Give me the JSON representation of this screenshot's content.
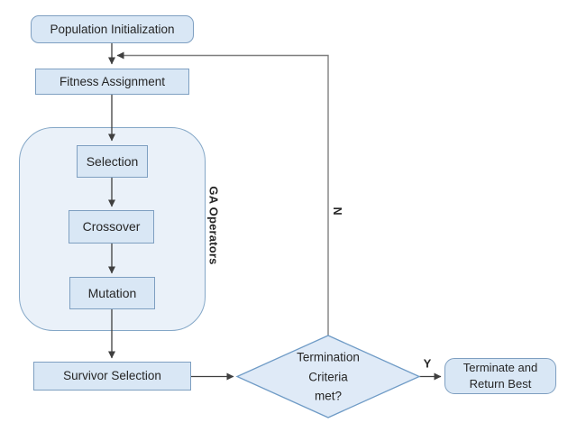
{
  "diagram": {
    "type": "flowchart",
    "subject": "Genetic Algorithm loop",
    "nodes": {
      "population_initialization": {
        "label": "Population Initialization",
        "shape": "rounded-rect"
      },
      "fitness_assignment": {
        "label": "Fitness Assignment",
        "shape": "rect"
      },
      "selection": {
        "label": "Selection",
        "shape": "rect"
      },
      "crossover": {
        "label": "Crossover",
        "shape": "rect"
      },
      "mutation": {
        "label": "Mutation",
        "shape": "rect"
      },
      "survivor_selection": {
        "label": "Survivor Selection",
        "shape": "rect"
      },
      "termination_decision": {
        "label": "Termination\nCriteria\nmet?",
        "shape": "diamond"
      },
      "terminate_return": {
        "label": "Terminate and\nReturn Best",
        "shape": "rounded-rect"
      }
    },
    "groups": {
      "ga_operators": {
        "label": "GA Operators",
        "members": [
          "selection",
          "crossover",
          "mutation"
        ]
      }
    },
    "branch_labels": {
      "yes": "Y",
      "no": "N"
    },
    "colors": {
      "node_fill": "#d9e7f5",
      "node_border": "#7e9fc1",
      "group_fill": "#eaf1f9",
      "group_border": "#84a7c7",
      "diamond_fill": "#dfeaf7",
      "diamond_border": "#6f9bc6",
      "connector": "#3f3f3f",
      "loop_connector": "#7f7f7f",
      "text": "#262626",
      "background": "#ffffff"
    }
  }
}
